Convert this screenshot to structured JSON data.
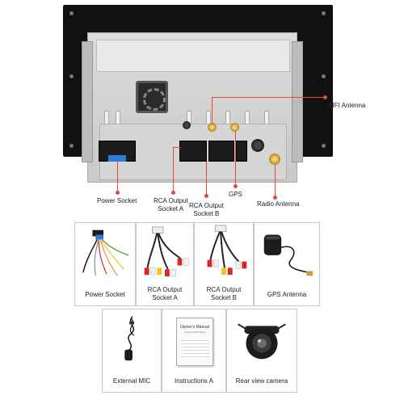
{
  "callouts": {
    "wifi_antenna": "WIFI Antenna",
    "power_socket": "Power Socket",
    "rca_a_line1": "RCA Output",
    "rca_a_line2": "Socket A",
    "rca_b_line1": "RCA Output",
    "rca_b_line2": "Socket B",
    "gps": "GPS",
    "radio_antenna": "Radio Antenna"
  },
  "accessories": [
    {
      "label": "Power Socket",
      "icon": "wire-harness-icon"
    },
    {
      "label_line1": "RCA Output",
      "label_line2": "Socket A",
      "icon": "rca-cable-icon"
    },
    {
      "label_line1": "RCA Output",
      "label_line2": "Socket B",
      "icon": "rca-cable-icon"
    },
    {
      "label": "GPS Antenna",
      "icon": "gps-antenna-icon"
    },
    {
      "label": "External MIC",
      "icon": "microphone-icon"
    },
    {
      "label": "Instructions A",
      "icon": "manual-icon"
    },
    {
      "label": "Rear view camera",
      "icon": "camera-icon"
    }
  ],
  "manual": {
    "title": "Owner's Manual",
    "subtitle": "Android GPS Player"
  },
  "colors": {
    "callout": "#e04848",
    "connector_tab": "#2c7bd8",
    "rca_red": "#d62828",
    "rca_white": "#f2f2f2",
    "rca_yellow": "#f0c419"
  }
}
